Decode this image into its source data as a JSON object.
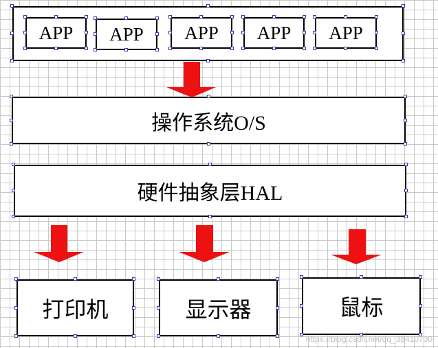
{
  "apps": [
    "APP",
    "APP",
    "APP",
    "APP",
    "APP"
  ],
  "os_label": "操作系统O/S",
  "hal_label": "硬件抽象层HAL",
  "devices": [
    "打印机",
    "显示器",
    "鼠标"
  ],
  "watermark": "https://blog.csdn.net/qq_38410730",
  "colors": {
    "arrow": "#ee1111",
    "border": "#000000",
    "grid": "#c9c9c9",
    "handle": "#3a3ab0"
  }
}
